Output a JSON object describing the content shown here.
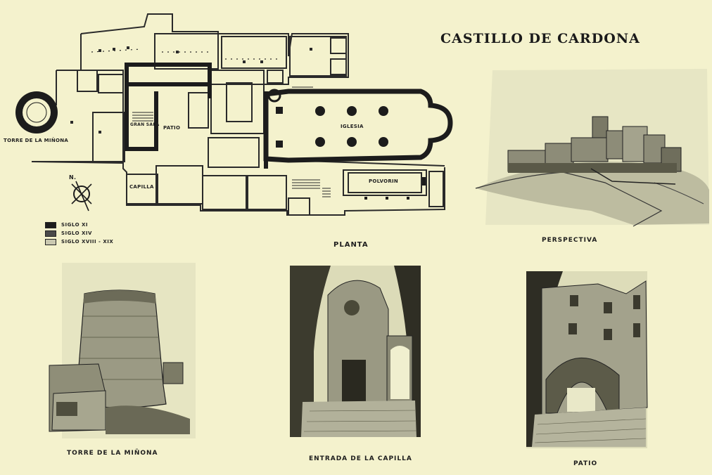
{
  "title": "CASTILLO DE CARDONA",
  "plan": {
    "caption": "PLANTA",
    "labels": {
      "torre": "TORRE DE LA MIÑONA",
      "gran_sala": "GRAN SALA",
      "patio": "PATIO",
      "iglesia": "IGLESIA",
      "polvorin": "POLVORIN",
      "capilla": "CAPILLA",
      "north": "N."
    },
    "legend": [
      {
        "label": "SIGLO XI",
        "color": "#1c1c1c"
      },
      {
        "label": "SIGLO XIV",
        "color": "#4a4a4a"
      },
      {
        "label": "SIGLO XVIII - XIX",
        "color": "#c9c8b0"
      }
    ]
  },
  "illustrations": {
    "perspectiva": "PERSPECTIVA",
    "torre": "TORRE DE LA MIÑONA",
    "entrada": "ENTRADA DE LA CAPILLA",
    "patio": "PATIO"
  }
}
